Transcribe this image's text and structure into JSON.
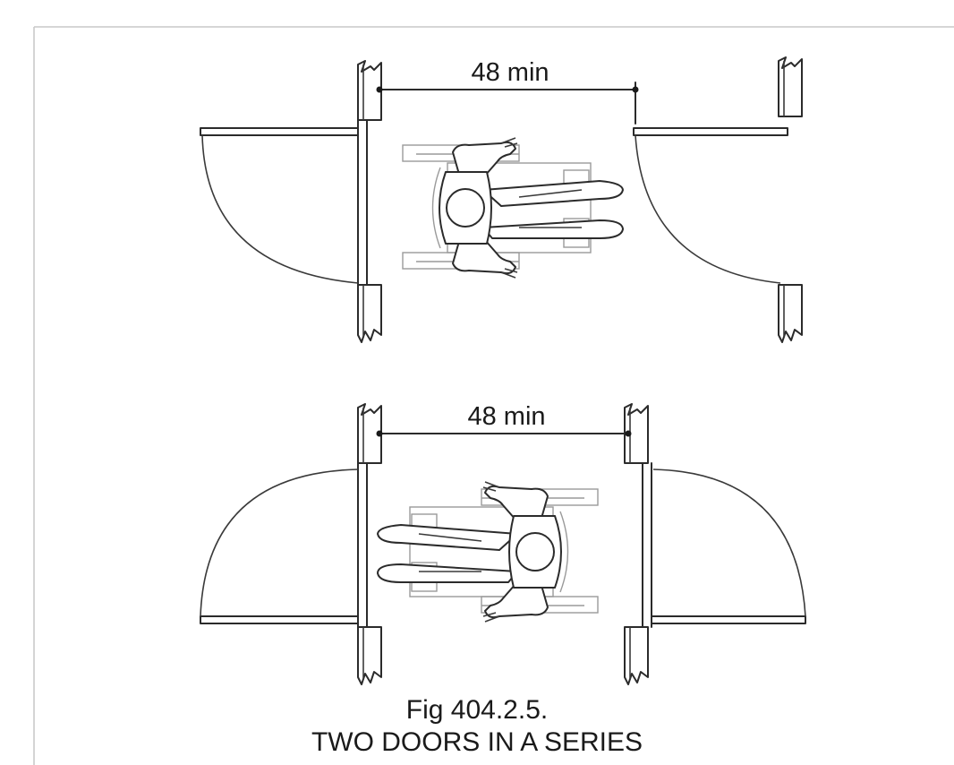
{
  "figure": {
    "dimension_top": "48 min",
    "dimension_bottom": "48 min",
    "caption_line1": "Fig 404.2.5.",
    "caption_line2": "TWO DOORS IN A SERIES"
  }
}
